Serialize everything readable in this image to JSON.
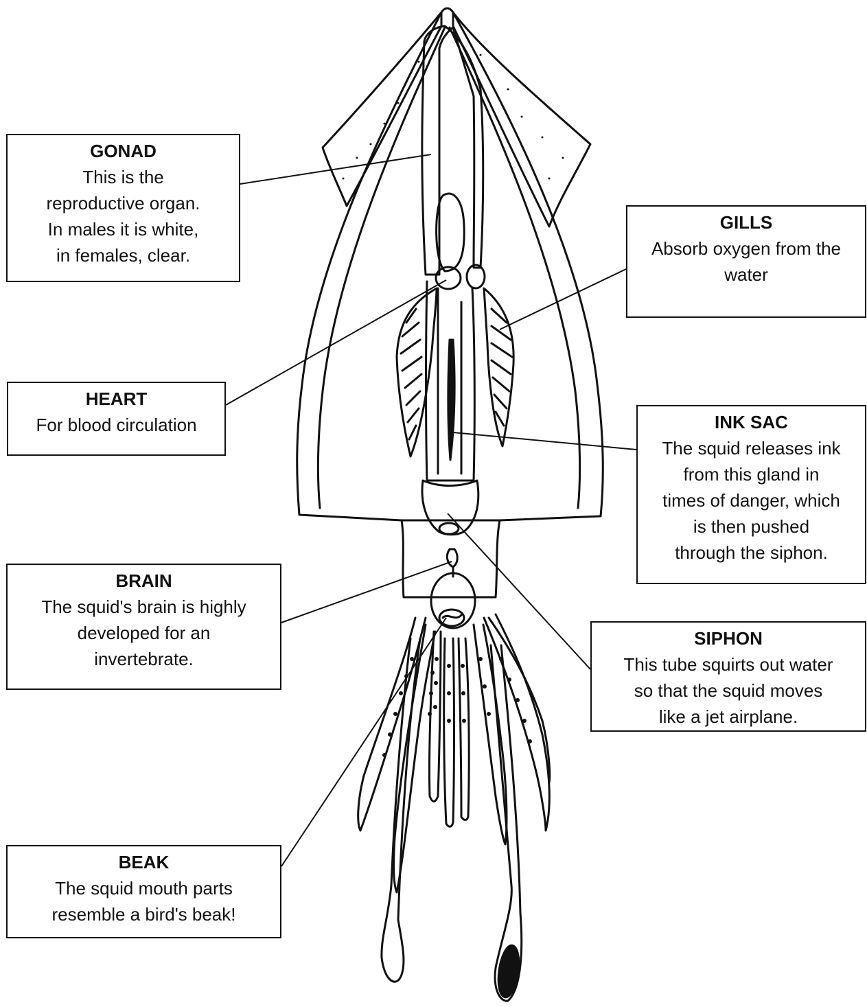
{
  "labels": {
    "gonad": {
      "title": "GONAD",
      "description": "This is the\nreproductive organ.\nIn males it is white,\nin females, clear."
    },
    "gills": {
      "title": "GILLS",
      "description": "Absorb oxygen from the\nwater"
    },
    "heart": {
      "title": "HEART",
      "description": "For blood circulation"
    },
    "ink_sac": {
      "title": "INK SAC",
      "description": "The squid releases ink\nfrom this gland in\ntimes of danger, which\nis then pushed\nthrough the siphon."
    },
    "brain": {
      "title": "BRAIN",
      "description": "The squid's brain is highly\ndeveloped for an\ninvertebrate."
    },
    "siphon": {
      "title": "SIPHON",
      "description": "This tube squirts out water\nso that the squid moves\nlike a jet airplane."
    },
    "beak": {
      "title": "BEAK",
      "description": "The squid mouth parts\nresemble a bird's beak!"
    }
  },
  "colors": {
    "ink": "#111111",
    "background": "#ffffff"
  }
}
